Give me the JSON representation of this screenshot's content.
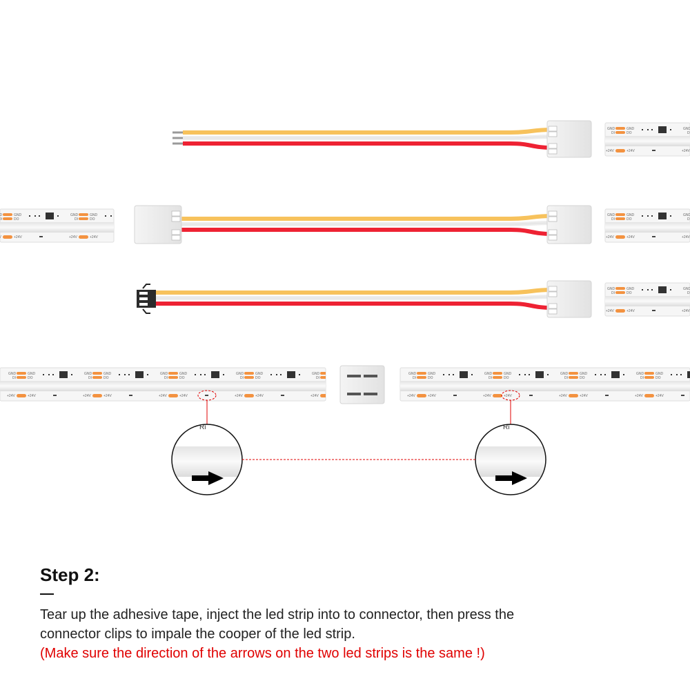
{
  "step": {
    "title": "Step 2:",
    "line1": "Tear up the adhesive tape, inject the led strip into to connector, then press the",
    "line2": "connector clips to impale the cooper of the led strip.",
    "warning": "(Make sure the direction of the arrows on the two led strips is the same !)"
  },
  "strip_labels": {
    "gnd": "GND",
    "di": "DI",
    "do": "DO",
    "v24": "+24V"
  },
  "magnifier_label": "Ri",
  "colors": {
    "yellow_wire": "#f7c25c",
    "red_wire": "#ee2233",
    "pad": "#f39240",
    "marker": "#e00000"
  }
}
